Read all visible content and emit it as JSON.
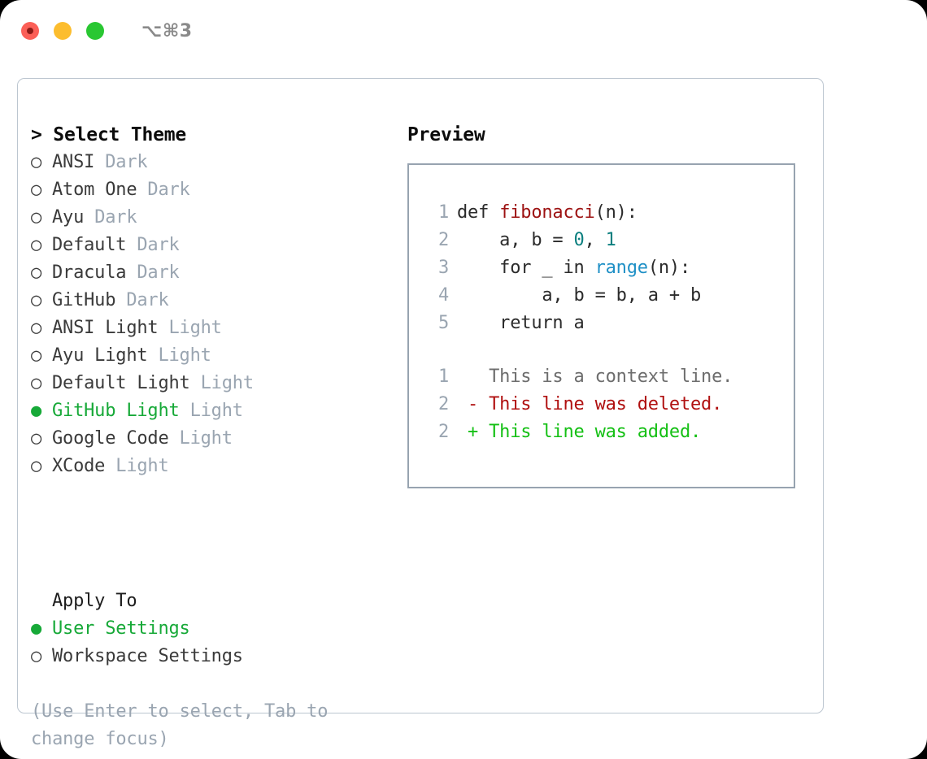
{
  "window": {
    "shortcut_hint": "⌥⌘3",
    "traffic_lights": [
      {
        "name": "close",
        "color": "#fb5f57"
      },
      {
        "name": "minimize",
        "color": "#fcbd2e"
      },
      {
        "name": "maximize",
        "color": "#29c732"
      }
    ]
  },
  "colors": {
    "accent_green": "#17a938",
    "muted": "#9aa5b1",
    "panel_border": "#bcc6d0",
    "preview_border": "#97a3b0",
    "diff_added": "#15c015",
    "diff_deleted": "#b01010",
    "syntax_function": "#9d1212",
    "syntax_number": "#0b7f7f",
    "syntax_builtin": "#1f90c6"
  },
  "theme_picker": {
    "header": "> Select Theme",
    "bullet_selected": "●",
    "bullet_unselected": "○",
    "items": [
      {
        "label": "ANSI",
        "tag": "Dark",
        "selected": false
      },
      {
        "label": "Atom One",
        "tag": "Dark",
        "selected": false
      },
      {
        "label": "Ayu",
        "tag": "Dark",
        "selected": false
      },
      {
        "label": "Default",
        "tag": "Dark",
        "selected": false
      },
      {
        "label": "Dracula",
        "tag": "Dark",
        "selected": false
      },
      {
        "label": "GitHub",
        "tag": "Dark",
        "selected": false
      },
      {
        "label": "ANSI Light",
        "tag": "Light",
        "selected": false
      },
      {
        "label": "Ayu Light",
        "tag": "Light",
        "selected": false
      },
      {
        "label": "Default Light",
        "tag": "Light",
        "selected": false
      },
      {
        "label": "GitHub Light",
        "tag": "Light",
        "selected": true
      },
      {
        "label": "Google Code",
        "tag": "Light",
        "selected": false
      },
      {
        "label": "XCode",
        "tag": "Light",
        "selected": false
      }
    ]
  },
  "apply_to": {
    "title": "Apply To",
    "options": [
      {
        "label": "User Settings",
        "selected": true
      },
      {
        "label": "Workspace Settings",
        "selected": false
      }
    ]
  },
  "hint": "(Use Enter to select, Tab to change focus)",
  "preview": {
    "header": "Preview",
    "code_lines": [
      {
        "number": "1",
        "tokens": [
          {
            "text": "def ",
            "kind": "plain"
          },
          {
            "text": "fibonacci",
            "kind": "fn"
          },
          {
            "text": "(n):",
            "kind": "plain"
          }
        ]
      },
      {
        "number": "2",
        "tokens": [
          {
            "text": "    a, b = ",
            "kind": "plain"
          },
          {
            "text": "0",
            "kind": "num"
          },
          {
            "text": ", ",
            "kind": "plain"
          },
          {
            "text": "1",
            "kind": "num"
          }
        ]
      },
      {
        "number": "3",
        "tokens": [
          {
            "text": "    for _ in ",
            "kind": "plain"
          },
          {
            "text": "range",
            "kind": "builtin"
          },
          {
            "text": "(n):",
            "kind": "plain"
          }
        ]
      },
      {
        "number": "4",
        "tokens": [
          {
            "text": "        a, b = b, a + b",
            "kind": "plain"
          }
        ]
      },
      {
        "number": "5",
        "tokens": [
          {
            "text": "    return a",
            "kind": "plain"
          }
        ]
      }
    ],
    "diff_lines": [
      {
        "number": "1",
        "marker": " ",
        "text": "This is a context line.",
        "kind": "ctx"
      },
      {
        "number": "2",
        "marker": "-",
        "text": "This line was deleted.",
        "kind": "del"
      },
      {
        "number": "2",
        "marker": "+",
        "text": "This line was added.",
        "kind": "add"
      }
    ]
  }
}
